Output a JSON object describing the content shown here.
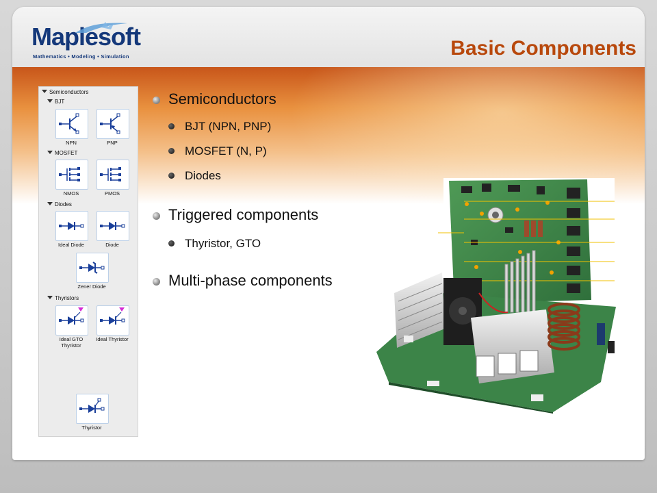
{
  "header": {
    "logo_text": "Maplesoft",
    "logo_tagline": "Mathematics • Modeling • Simulation",
    "title": "Basic Components"
  },
  "palette": {
    "sections": [
      {
        "label": "Semiconductors"
      },
      {
        "label": "BJT",
        "items": [
          "NPN",
          "PNP"
        ]
      },
      {
        "label": "MOSFET",
        "items": [
          "NMOS",
          "PMOS"
        ]
      },
      {
        "label": "Diodes",
        "items": [
          "Ideal Diode",
          "Diode",
          "Zener Diode"
        ]
      },
      {
        "label": "Thyristors",
        "items": [
          "Ideal GTO Thyristor",
          "Ideal Thyristor",
          "Thyristor"
        ]
      }
    ]
  },
  "bullets": [
    {
      "text": "Semiconductors",
      "sub": [
        "BJT (NPN, PNP)",
        "MOSFET (N, P)",
        "Diodes"
      ]
    },
    {
      "text": "Triggered components",
      "sub": [
        "Thyristor, GTO"
      ]
    },
    {
      "text": "Multi-phase components",
      "sub": []
    }
  ],
  "colors": {
    "title": "#b8480c",
    "logo": "#14387a",
    "banner_top": "#c8561a",
    "component_blue": "#1a3f9a",
    "gate_magenta": "#d42bd4"
  },
  "icons": {
    "bullet_primary": "gray-sphere-bullet-icon",
    "bullet_secondary": "dark-dot-bullet-icon",
    "expand": "triangle-down-icon"
  }
}
